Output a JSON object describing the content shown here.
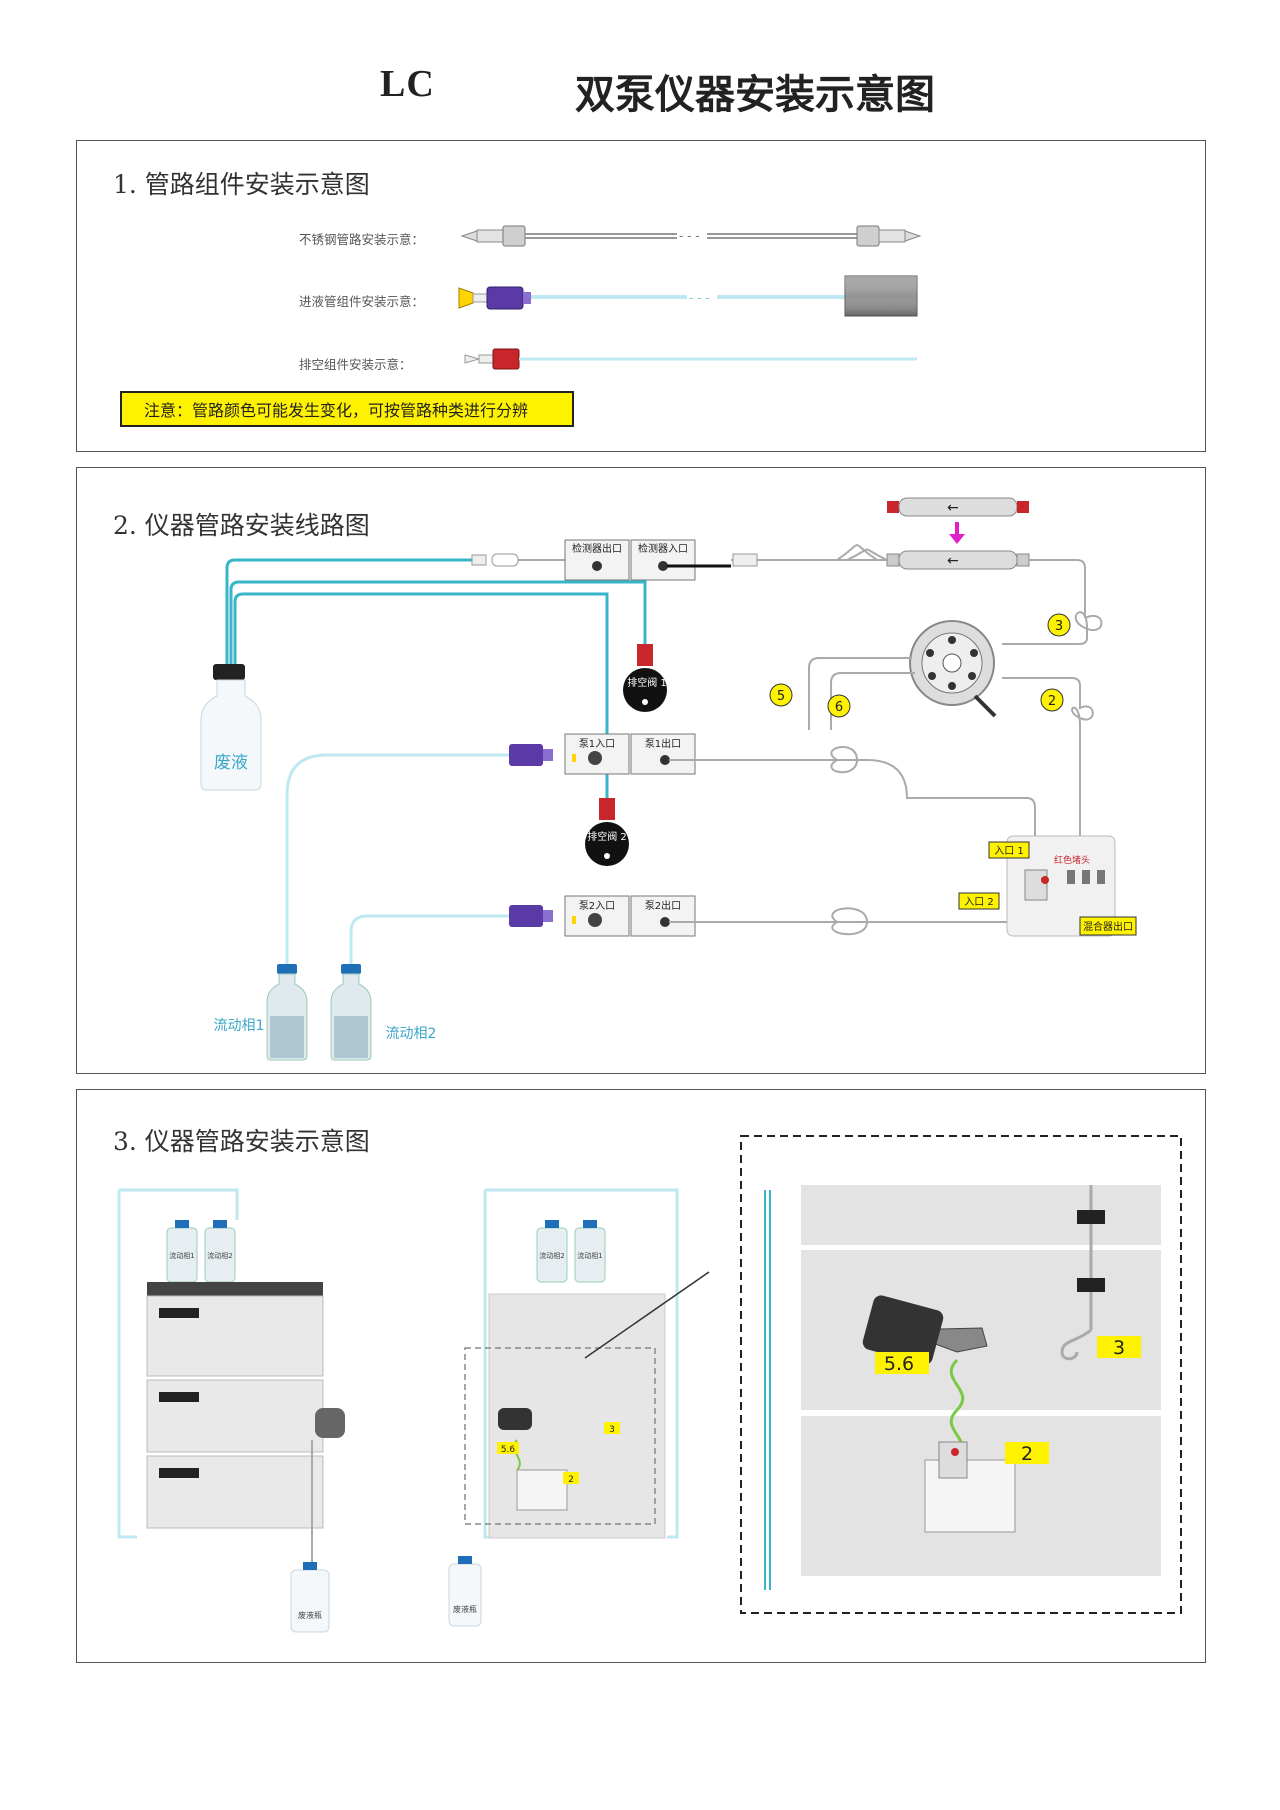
{
  "header": {
    "lc": "LC",
    "title": "双泵仪器安装示意图"
  },
  "section1": {
    "title": "1. 管路组件安装示意图",
    "rows": [
      {
        "label": "不锈钢管路安装示意："
      },
      {
        "label": "进液管组件安装示意："
      },
      {
        "label": "排空组件安装示意："
      }
    ],
    "note": "注意：管路颜色可能发生变化，可按管路种类进行分辨"
  },
  "section2": {
    "title": "2. 仪器管路安装线路图",
    "detector_out": "检测器出口",
    "detector_in": "检测器入口",
    "pump1_in": "泵1入口",
    "pump1_out": "泵1出口",
    "pump2_in": "泵2入口",
    "pump2_out": "泵2出口",
    "purge1": "排空阀 1",
    "purge2": "排空阀 2",
    "waste": "废液",
    "mobile1": "流动相1",
    "mobile2": "流动相2",
    "inlet1": "入口 1",
    "inlet2": "入口 2",
    "red_head": "红色堵头",
    "mixer_out": "混合器出口",
    "markers": [
      "3",
      "5",
      "6",
      "2"
    ]
  },
  "section3": {
    "title": "3. 仪器管路安装示意图",
    "bottle_a1": "流动相1",
    "bottle_a2": "流动相2",
    "bottle_b1": "流动相2",
    "bottle_b2": "流动相1",
    "waste_a": "废液瓶",
    "waste_b": "废液瓶",
    "small_56": "5.6",
    "small_3": "3",
    "small_2": "2",
    "big_56": "5.6",
    "big_3": "3",
    "big_2": "2"
  },
  "colors": {
    "tube_cyan": "#37b6c9",
    "tube_light": "#bfe9f2",
    "highlight": "#fff200",
    "purple": "#5a3aa6",
    "red": "#c8262b",
    "green": "#7ac943"
  }
}
